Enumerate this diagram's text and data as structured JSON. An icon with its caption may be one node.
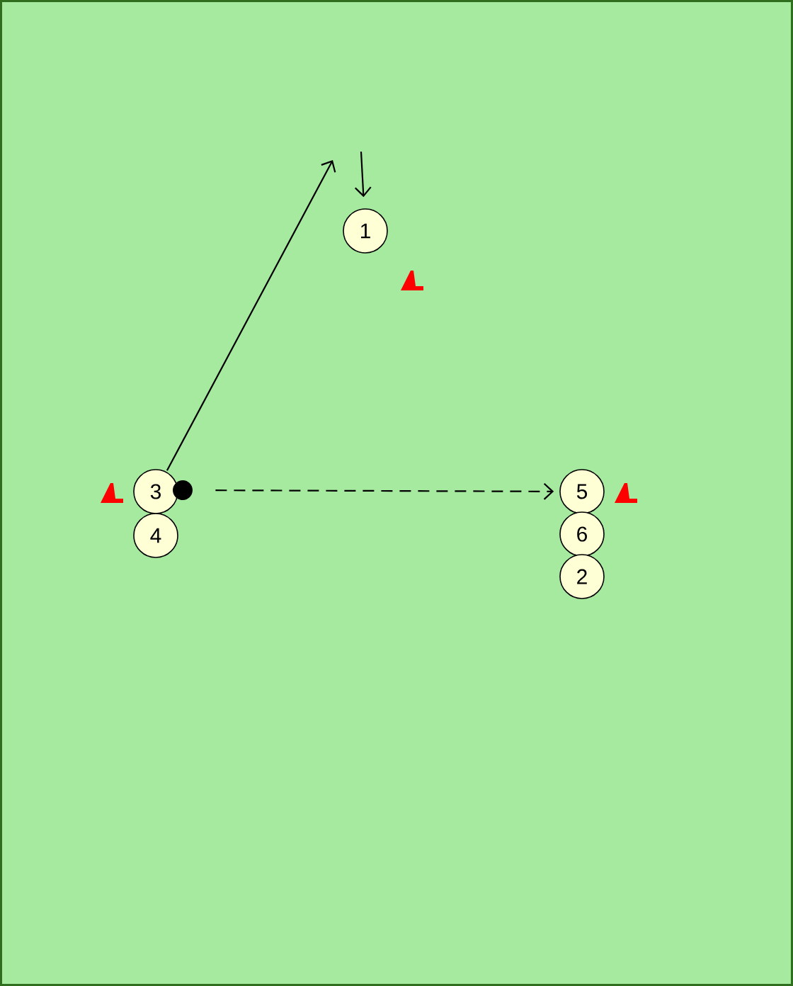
{
  "diagram": {
    "nodes": [
      {
        "text": [
          "1"
        ]
      },
      {
        "text": [
          "3"
        ]
      },
      {
        "text": [],
        "shape": "circle"
      },
      {
        "text": [
          "5"
        ]
      },
      {
        "text": [
          "4"
        ]
      },
      {
        "text": [
          "6"
        ]
      },
      {
        "text": [
          "2"
        ]
      }
    ],
    "edges": [
      {
        "from": null,
        "to": 0,
        "arrow": "to"
      },
      {
        "from": 1,
        "to": null,
        "arrow": "to"
      },
      {
        "from": 2,
        "to": 3,
        "arrow": "to",
        "style": "dashed"
      }
    ]
  }
}
